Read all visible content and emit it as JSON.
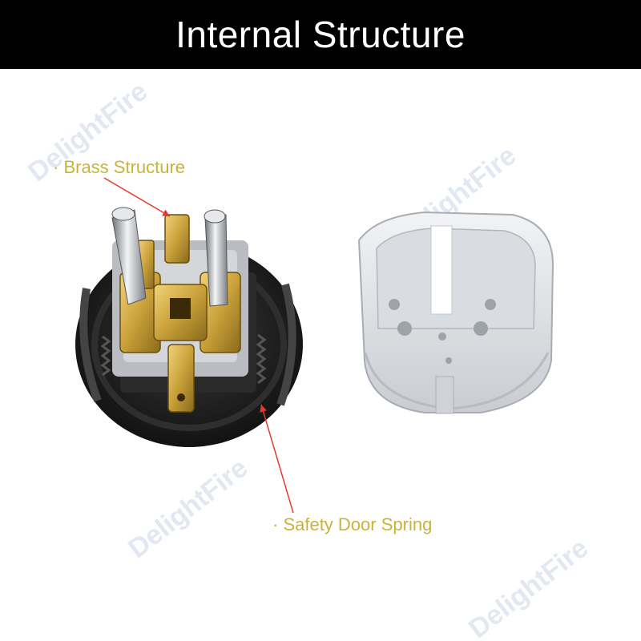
{
  "header": {
    "title": "Internal Structure",
    "background": "#000000",
    "text_color": "#ffffff"
  },
  "callouts": {
    "brass": "· Brass Structure",
    "spring": "· Safety Door Spring",
    "text_color": "#c8b43a",
    "arrow_color": "#e23b2e"
  },
  "watermark": {
    "text": "DelightFire"
  },
  "palette": {
    "brass": "#c9a13a",
    "black_base": "#1e1e1e",
    "white_cover": "#e3e5e8"
  }
}
